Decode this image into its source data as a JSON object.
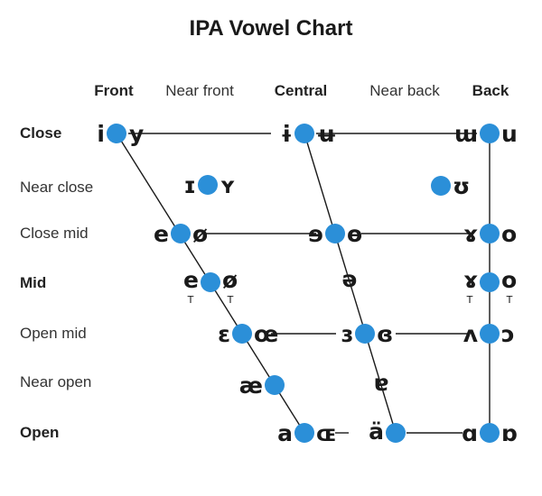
{
  "title": "IPA Vowel Chart",
  "columns": {
    "front": "Front",
    "near_front": "Near front",
    "central": "Central",
    "near_back": "Near back",
    "back": "Back"
  },
  "rows": {
    "close": "Close",
    "near_close": "Near close",
    "close_mid": "Close mid",
    "mid": "Mid",
    "open_mid": "Open mid",
    "near_open": "Near open",
    "open": "Open"
  },
  "dot_color": "#2b8fd8",
  "vowels": [
    {
      "id": "close-front",
      "left": "i",
      "right": "y"
    },
    {
      "id": "close-central",
      "left": "ɨ",
      "right": "ʉ"
    },
    {
      "id": "close-back",
      "left": "ɯ",
      "right": "u"
    },
    {
      "id": "near-close-front",
      "left": "ɪ",
      "right": "ʏ"
    },
    {
      "id": "near-close-back",
      "left": "",
      "right": "ʊ"
    },
    {
      "id": "close-mid-front",
      "left": "e",
      "right": "ø"
    },
    {
      "id": "close-mid-central",
      "left": "ɘ",
      "right": "ɵ"
    },
    {
      "id": "close-mid-back",
      "left": "ɤ",
      "right": "o"
    },
    {
      "id": "mid-front",
      "left": "e",
      "right": "ø",
      "sub": "T"
    },
    {
      "id": "mid-central",
      "left": "ə",
      "right": ""
    },
    {
      "id": "mid-back",
      "left": "ɤ",
      "right": "o",
      "sub": "T"
    },
    {
      "id": "open-mid-front",
      "left": "ɛ",
      "right": "œ"
    },
    {
      "id": "open-mid-central",
      "left": "ɜ",
      "right": "ɞ"
    },
    {
      "id": "open-mid-back",
      "left": "ʌ",
      "right": "ɔ"
    },
    {
      "id": "near-open-front",
      "left": "æ",
      "right": ""
    },
    {
      "id": "near-open-central",
      "left": "ɐ",
      "right": ""
    },
    {
      "id": "open-front",
      "left": "a",
      "right": "ɶ"
    },
    {
      "id": "open-central",
      "left": "ä",
      "right": ""
    },
    {
      "id": "open-back",
      "left": "ɑ",
      "right": "ɒ"
    }
  ]
}
